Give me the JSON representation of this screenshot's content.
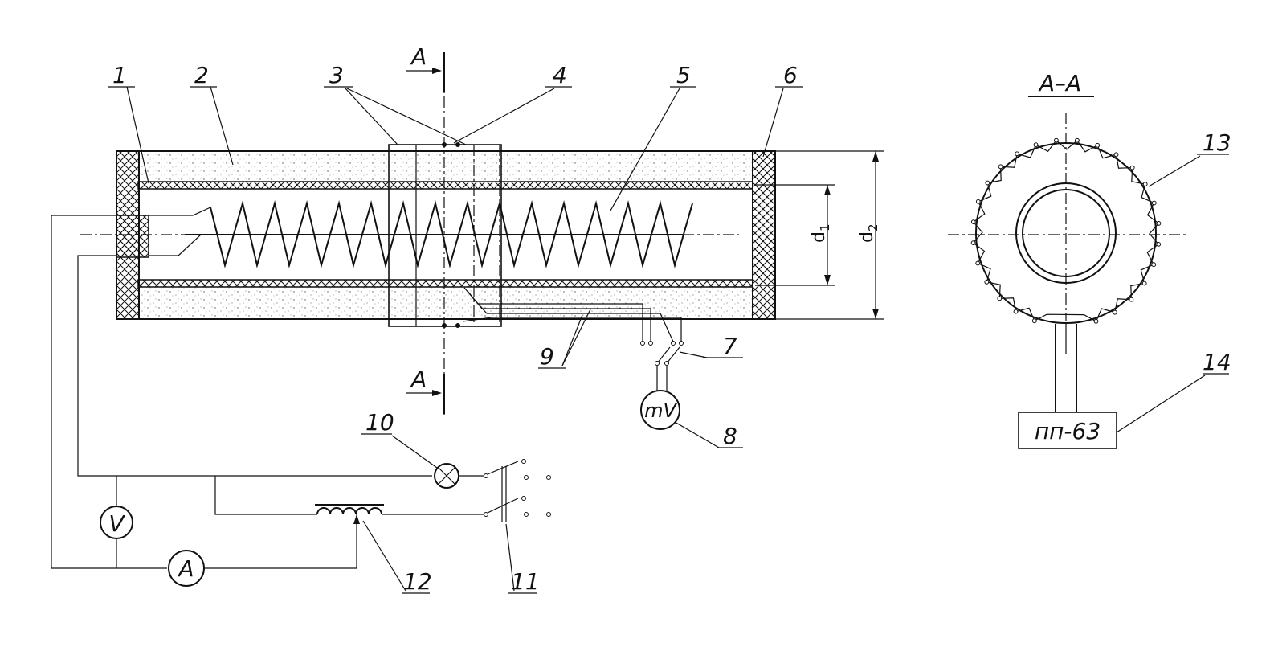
{
  "parts": [
    "1",
    "2",
    "3",
    "4",
    "5",
    "6",
    "7",
    "8",
    "9",
    "10",
    "11",
    "12",
    "13",
    "14"
  ],
  "section": {
    "mark": "A",
    "title": "А–А"
  },
  "instruments": {
    "voltmeter": "V",
    "ammeter": "A",
    "millivoltmeter": "mV",
    "device": "пп-63"
  },
  "dims": {
    "inner": "d",
    "inner_sub": "1",
    "outer": "d",
    "outer_sub": "2"
  }
}
